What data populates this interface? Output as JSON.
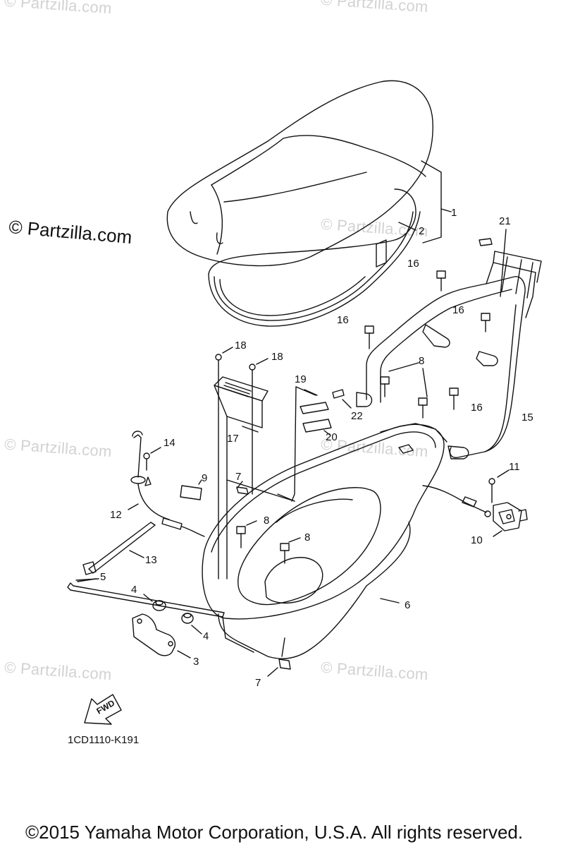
{
  "watermark": "© Partzilla.com",
  "brand": "© Partzilla.com",
  "callouts": {
    "c1": "1",
    "c2": "2",
    "c3": "3",
    "c4a": "4",
    "c4b": "4",
    "c5": "5",
    "c6": "6",
    "c7a": "7",
    "c7b": "7",
    "c8a": "8",
    "c8b": "8",
    "c8c": "8",
    "c9": "9",
    "c10": "10",
    "c11": "11",
    "c12": "12",
    "c13": "13",
    "c14": "14",
    "c15": "15",
    "c16a": "16",
    "c16b": "16",
    "c16c": "16",
    "c16d": "16",
    "c17": "17",
    "c18a": "18",
    "c18b": "18",
    "c19": "19",
    "c20": "20",
    "c21": "21",
    "c22": "22"
  },
  "fwd_label": "FWD",
  "diagram_code": "1CD1110-K191",
  "copyright": "©2015  Yamaha Motor Corporation, U.S.A. All rights reserved."
}
